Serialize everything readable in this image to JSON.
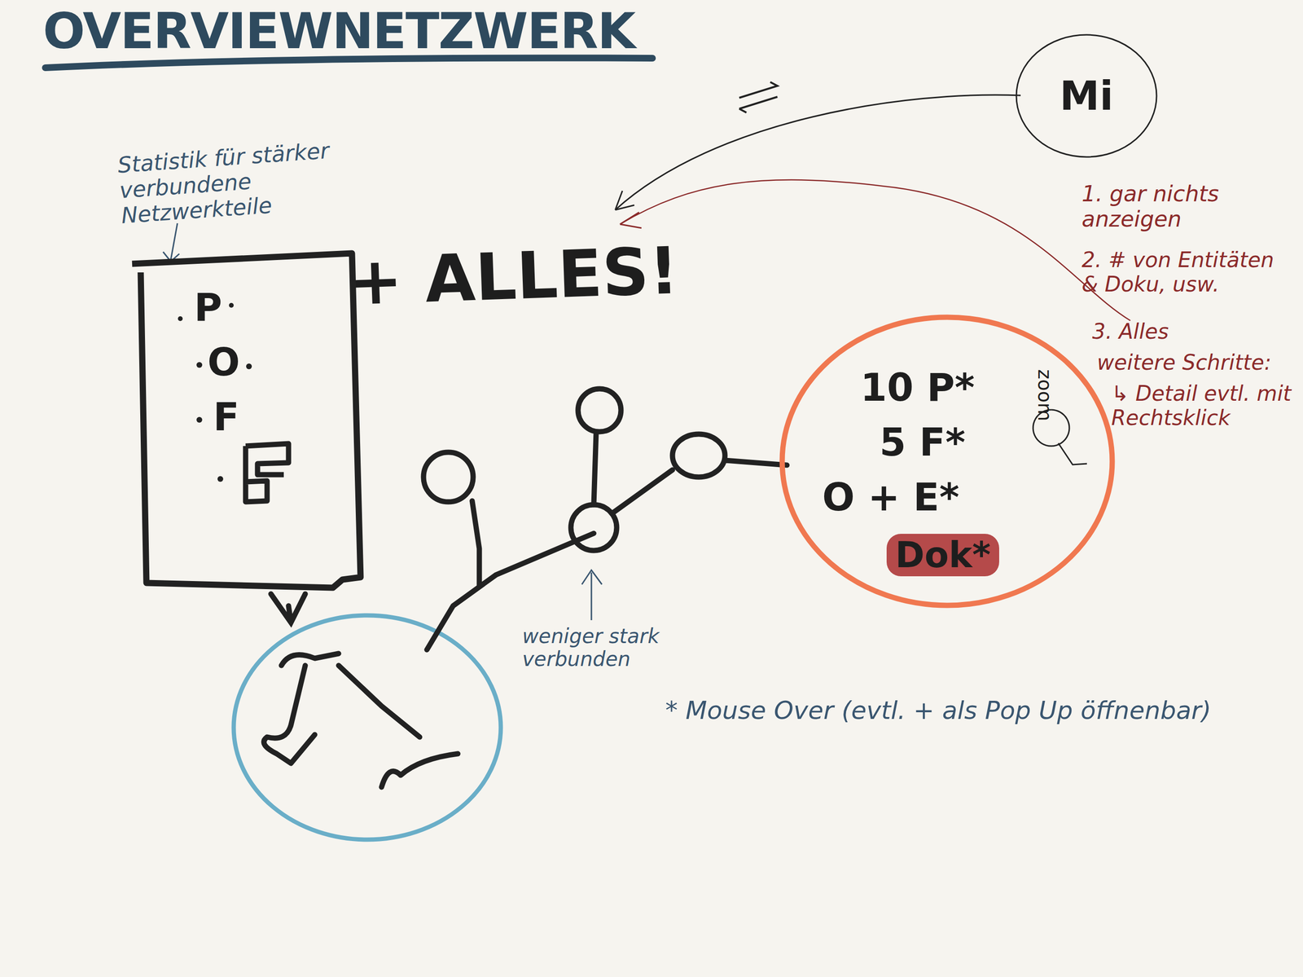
{
  "diagram": {
    "title": "OVERVIEWNETZWERK",
    "nodes": [
      {
        "text": [
          "P",
          "O",
          "F"
        ]
      },
      {
        "text": [
          "Mi"
        ]
      },
      {
        "text": [
          "10 P*",
          "5 F*",
          "O + E*",
          "Dok*",
          "zoom"
        ]
      }
    ],
    "labels": [
      "Statistik für stärker verbundene Netzwerkteile",
      "+ ALLES!",
      "weniger stark verbunden",
      "* Mouse Over (evtl. + als Pop Up öffnenbar)",
      "1. gar nichts anzeigen",
      "2. # von Entitäten & Doku, usw.",
      "3. Alles",
      "weitere Schritte:",
      "↳ Detail evtl. mit Rechtsklick"
    ]
  }
}
